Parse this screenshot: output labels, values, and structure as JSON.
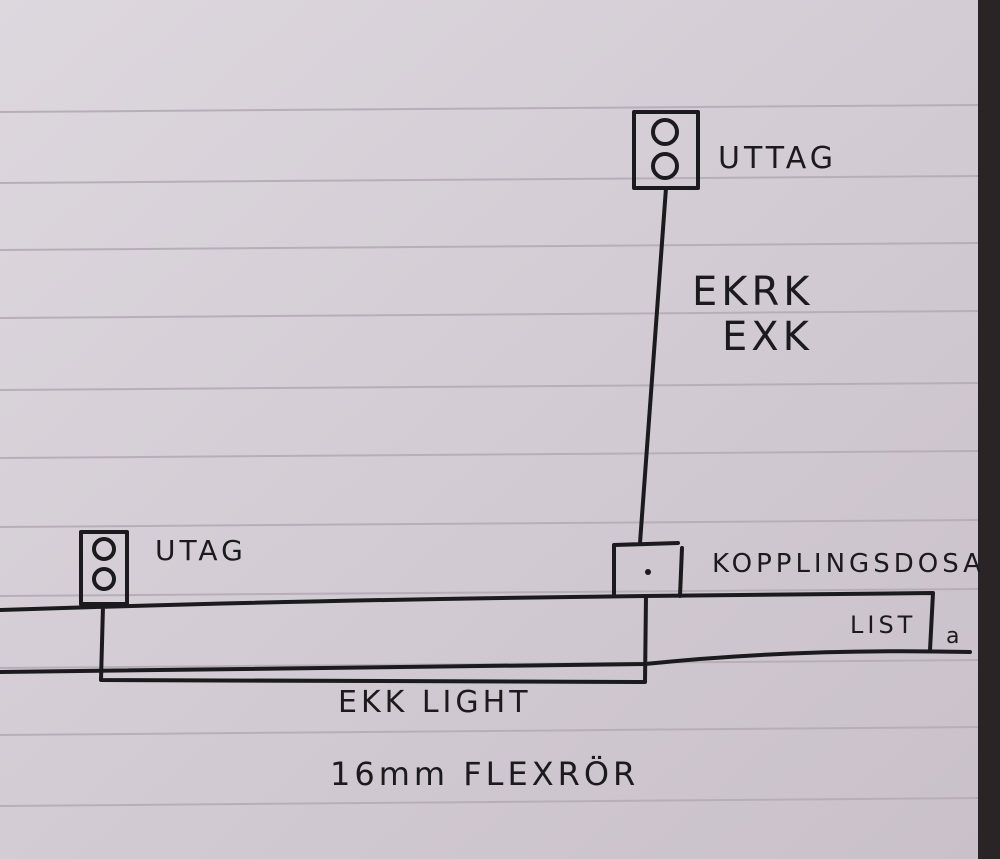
{
  "labels": {
    "outlet_top": "UTTAG",
    "cable_top_1": "EKRK",
    "cable_top_2": "EXK",
    "outlet_left": "UTAG",
    "junction_box": "KOPPLINGSDOSA",
    "trunking": "LIST",
    "trunking_mark": "a",
    "cable_bottom": "EKK LIGHT",
    "conduit": "16mm FLEXRÖR"
  },
  "colors": {
    "paper": "#d9d2da",
    "ink": "#1b1a1d",
    "rule": "#b7aeb9"
  }
}
